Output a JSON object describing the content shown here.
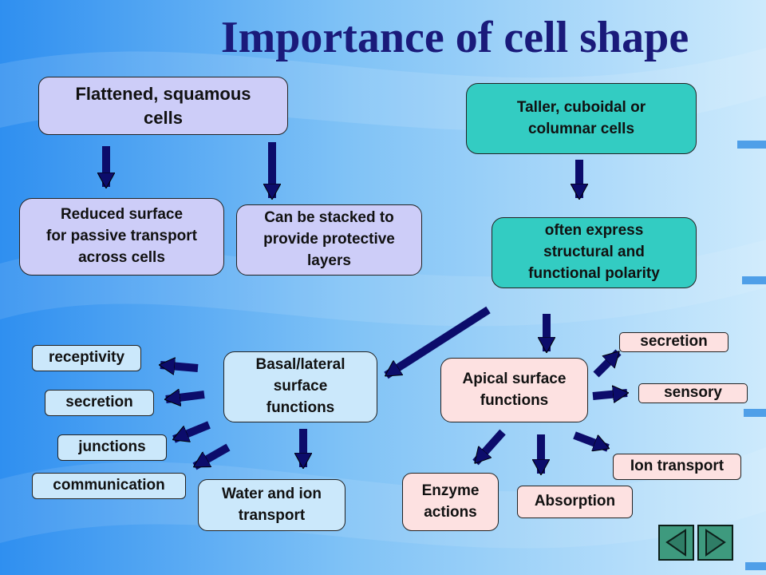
{
  "title": "Importance of cell shape",
  "colors": {
    "lavender": "#cdcdf8",
    "teal": "#33ccc2",
    "light_blue": "#cbe8fb",
    "pink": "#fde1e1",
    "arrow": "#0c0c6b",
    "title": "#1a1a7a",
    "nav_button": "#3e9a7e"
  },
  "boxes": {
    "squamous": "Flattened, squamous\ncells",
    "reduced_surface": "Reduced surface\nfor passive transport\nacross cells",
    "stacked": "Can be stacked to\nprovide protective\nlayers",
    "columnar": "Taller, cuboidal or\ncolumnar cells",
    "polarity": "often express\nstructural and\nfunctional polarity",
    "basal_lateral": "Basal/lateral\nsurface\nfunctions",
    "apical": "Apical surface\nfunctions",
    "receptivity": "receptivity",
    "secretion_basal": "secretion",
    "junctions": "junctions",
    "communication": "communication",
    "water_ion": "Water and ion\ntransport",
    "secretion_apical": "secretion",
    "sensory": "sensory",
    "ion_transport": "Ion transport",
    "enzyme": "Enzyme\nactions",
    "absorption": "Absorption"
  },
  "nav": {
    "back_icon": "triangle-left-icon",
    "forward_icon": "triangle-right-icon"
  }
}
